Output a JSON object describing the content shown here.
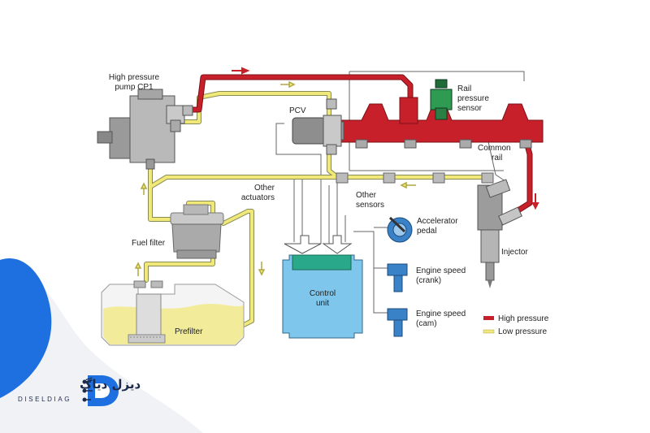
{
  "labels": {
    "pump": [
      "High pressure",
      "pump CP1"
    ],
    "pcv": "PCV",
    "rail_sensor": [
      "Rail",
      "pressure",
      "sensor"
    ],
    "common_rail": [
      "Common",
      "rail"
    ],
    "other_actuators": [
      "Other",
      "actuators"
    ],
    "other_sensors": [
      "Other",
      "sensors"
    ],
    "fuel_filter": "Fuel filter",
    "prefilter": "Prefilter",
    "control_unit": [
      "Control",
      "unit"
    ],
    "accelerator": [
      "Accelerator",
      "pedal"
    ],
    "injector": "Injector",
    "speed_crank": [
      "Engine speed",
      "(crank)"
    ],
    "speed_cam": [
      "Engine speed",
      "(cam)"
    ]
  },
  "legend": [
    {
      "label": "High pressure",
      "color": "#c8202b"
    },
    {
      "label": "Low pressure",
      "color": "#f0e878"
    }
  ],
  "colors": {
    "high_pressure": "#c8202b",
    "low_pressure": "#f0e878",
    "control_unit": "#7ec6ec",
    "brand_blue": "#1e6fe0",
    "brand_navy": "#1e2a4a"
  },
  "brand": {
    "name_fa": "دیزل دیاگ",
    "name_en": "DISELDIAG",
    "logo_icon": "d-letter-circuit-icon"
  }
}
